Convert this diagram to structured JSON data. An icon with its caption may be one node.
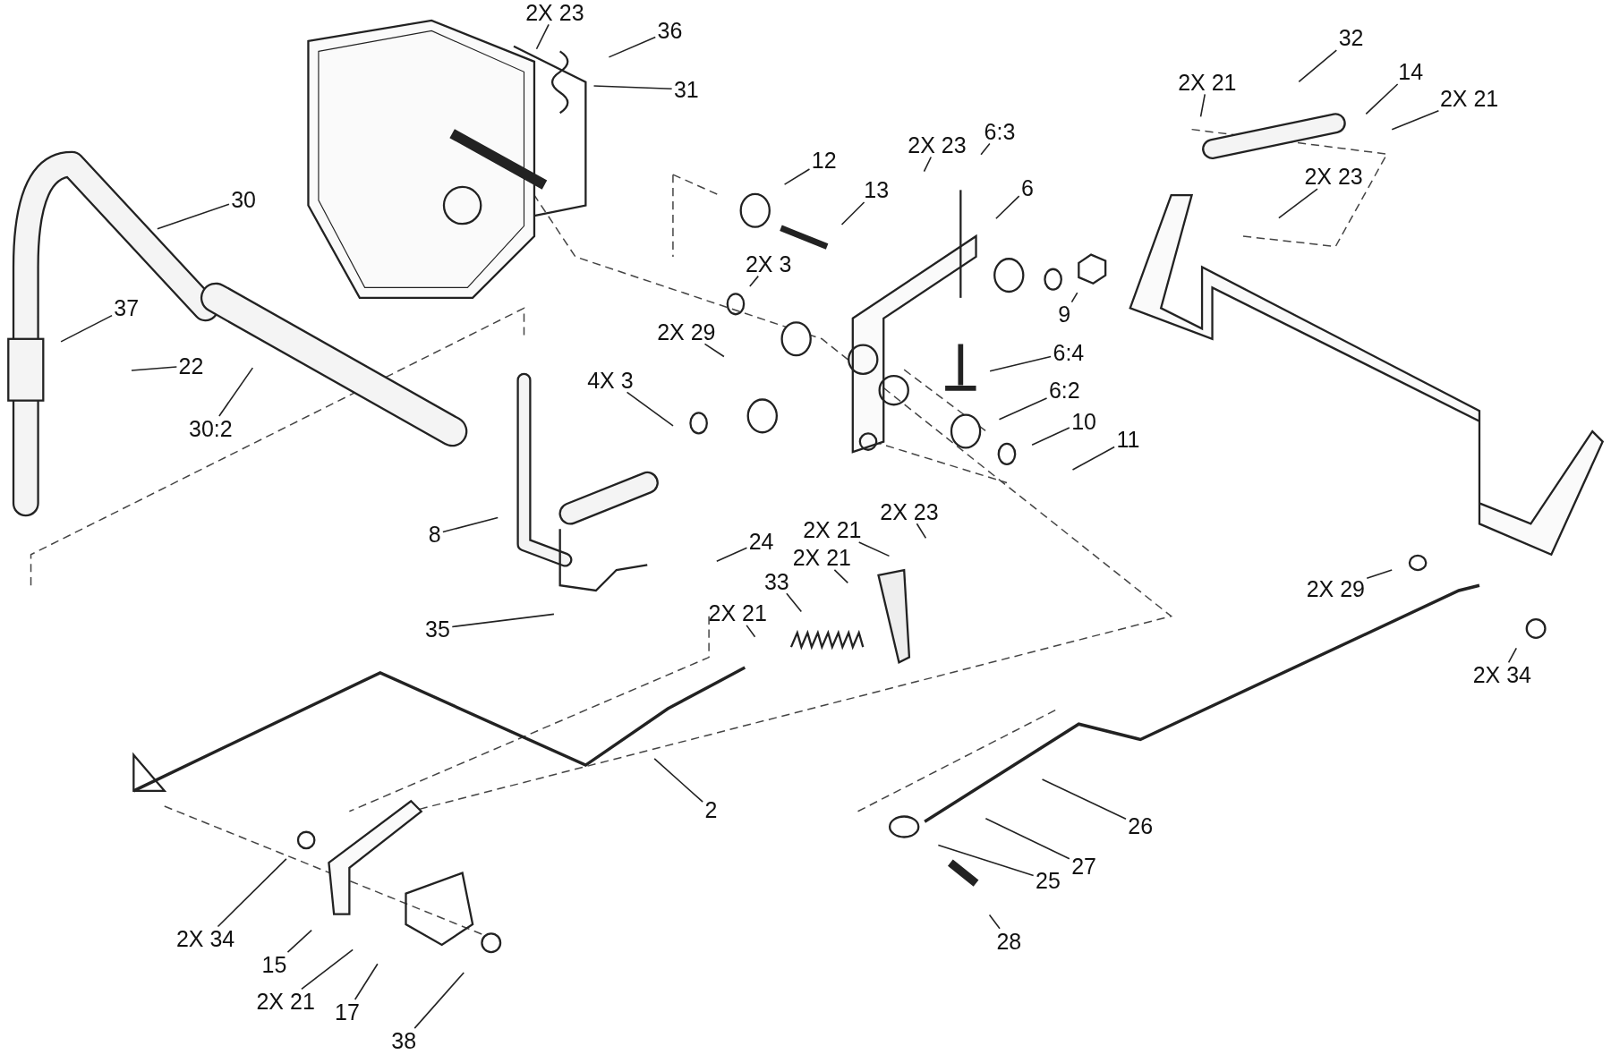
{
  "diagram": {
    "nodes": [
      {
        "text": [
          "2X 23"
        ]
      },
      {
        "text": [
          "36"
        ]
      },
      {
        "text": [
          "32"
        ]
      },
      {
        "text": [
          "14"
        ]
      },
      {
        "text": [
          "2X 21"
        ]
      },
      {
        "text": [
          "31"
        ]
      },
      {
        "text": [
          "2X 21"
        ]
      },
      {
        "text": [
          "6:3"
        ]
      },
      {
        "text": [
          "2X 23"
        ]
      },
      {
        "text": [
          "12"
        ]
      },
      {
        "text": [
          "2X 23"
        ]
      },
      {
        "text": [
          "6"
        ]
      },
      {
        "text": [
          "13"
        ]
      },
      {
        "text": [
          "30"
        ]
      },
      {
        "text": [
          "2X 3"
        ]
      },
      {
        "text": [
          "9"
        ]
      },
      {
        "text": [
          "37"
        ]
      },
      {
        "text": [
          "2X 29"
        ]
      },
      {
        "text": [
          "6:4"
        ]
      },
      {
        "text": [
          "22"
        ]
      },
      {
        "text": [
          "4X 3"
        ]
      },
      {
        "text": [
          "6:2"
        ]
      },
      {
        "text": [
          "10"
        ]
      },
      {
        "text": [
          "30:2"
        ]
      },
      {
        "text": [
          "11"
        ]
      },
      {
        "text": [
          "2X 23"
        ]
      },
      {
        "text": [
          "2X 21"
        ]
      },
      {
        "text": [
          "8"
        ]
      },
      {
        "text": [
          "24"
        ]
      },
      {
        "text": [
          "2X 21"
        ]
      },
      {
        "text": [
          "33"
        ]
      },
      {
        "text": [
          "2X 29"
        ]
      },
      {
        "text": [
          "2X 21"
        ]
      },
      {
        "text": [
          "35"
        ]
      },
      {
        "text": [
          "2X 34"
        ]
      },
      {
        "text": [
          "2"
        ]
      },
      {
        "text": [
          "26"
        ]
      },
      {
        "text": [
          "27"
        ]
      },
      {
        "text": [
          "25"
        ]
      },
      {
        "text": [
          "2X 34"
        ]
      },
      {
        "text": [
          "28"
        ]
      },
      {
        "text": [
          "15"
        ]
      },
      {
        "text": [
          "2X 21"
        ]
      },
      {
        "text": [
          "17"
        ]
      },
      {
        "text": [
          "38"
        ]
      }
    ],
    "edges": [
      {
        "from": 0,
        "to": null,
        "arrow": "none"
      },
      {
        "from": 1,
        "to": null,
        "arrow": "none"
      },
      {
        "from": 2,
        "to": null,
        "arrow": "none"
      },
      {
        "from": 3,
        "to": null,
        "arrow": "none"
      },
      {
        "from": 4,
        "to": null,
        "arrow": "none"
      },
      {
        "from": 5,
        "to": null,
        "arrow": "none"
      },
      {
        "from": 6,
        "to": null,
        "arrow": "none"
      },
      {
        "from": 7,
        "to": null,
        "arrow": "none"
      },
      {
        "from": 8,
        "to": null,
        "arrow": "none"
      },
      {
        "from": 9,
        "to": null,
        "arrow": "none"
      },
      {
        "from": 10,
        "to": null,
        "arrow": "none"
      },
      {
        "from": 11,
        "to": null,
        "arrow": "none"
      },
      {
        "from": 12,
        "to": null,
        "arrow": "none"
      },
      {
        "from": 13,
        "to": null,
        "arrow": "none"
      },
      {
        "from": 14,
        "to": null,
        "arrow": "none"
      },
      {
        "from": 15,
        "to": null,
        "arrow": "none"
      },
      {
        "from": 16,
        "to": null,
        "arrow": "none"
      },
      {
        "from": 17,
        "to": null,
        "arrow": "none"
      },
      {
        "from": 18,
        "to": null,
        "arrow": "none"
      },
      {
        "from": 19,
        "to": null,
        "arrow": "none"
      },
      {
        "from": 20,
        "to": null,
        "arrow": "none"
      },
      {
        "from": 21,
        "to": null,
        "arrow": "none"
      },
      {
        "from": 22,
        "to": null,
        "arrow": "none"
      },
      {
        "from": 23,
        "to": null,
        "arrow": "none"
      },
      {
        "from": 24,
        "to": null,
        "arrow": "none"
      },
      {
        "from": 25,
        "to": null,
        "arrow": "none"
      },
      {
        "from": 26,
        "to": null,
        "arrow": "none"
      },
      {
        "from": 27,
        "to": null,
        "arrow": "none"
      },
      {
        "from": 28,
        "to": null,
        "arrow": "none"
      },
      {
        "from": 29,
        "to": null,
        "arrow": "none"
      },
      {
        "from": 30,
        "to": null,
        "arrow": "none"
      },
      {
        "from": 31,
        "to": null,
        "arrow": "none"
      },
      {
        "from": 32,
        "to": null,
        "arrow": "none"
      },
      {
        "from": 33,
        "to": null,
        "arrow": "none"
      },
      {
        "from": 34,
        "to": null,
        "arrow": "none"
      },
      {
        "from": 35,
        "to": null,
        "arrow": "none"
      },
      {
        "from": 36,
        "to": null,
        "arrow": "none"
      },
      {
        "from": 37,
        "to": null,
        "arrow": "none"
      },
      {
        "from": 38,
        "to": null,
        "arrow": "none"
      },
      {
        "from": 39,
        "to": null,
        "arrow": "none"
      },
      {
        "from": 40,
        "to": null,
        "arrow": "none"
      },
      {
        "from": 41,
        "to": null,
        "arrow": "none"
      },
      {
        "from": 42,
        "to": null,
        "arrow": "none"
      },
      {
        "from": 43,
        "to": null,
        "arrow": "none"
      },
      {
        "from": 44,
        "to": null,
        "arrow": "none"
      }
    ]
  }
}
